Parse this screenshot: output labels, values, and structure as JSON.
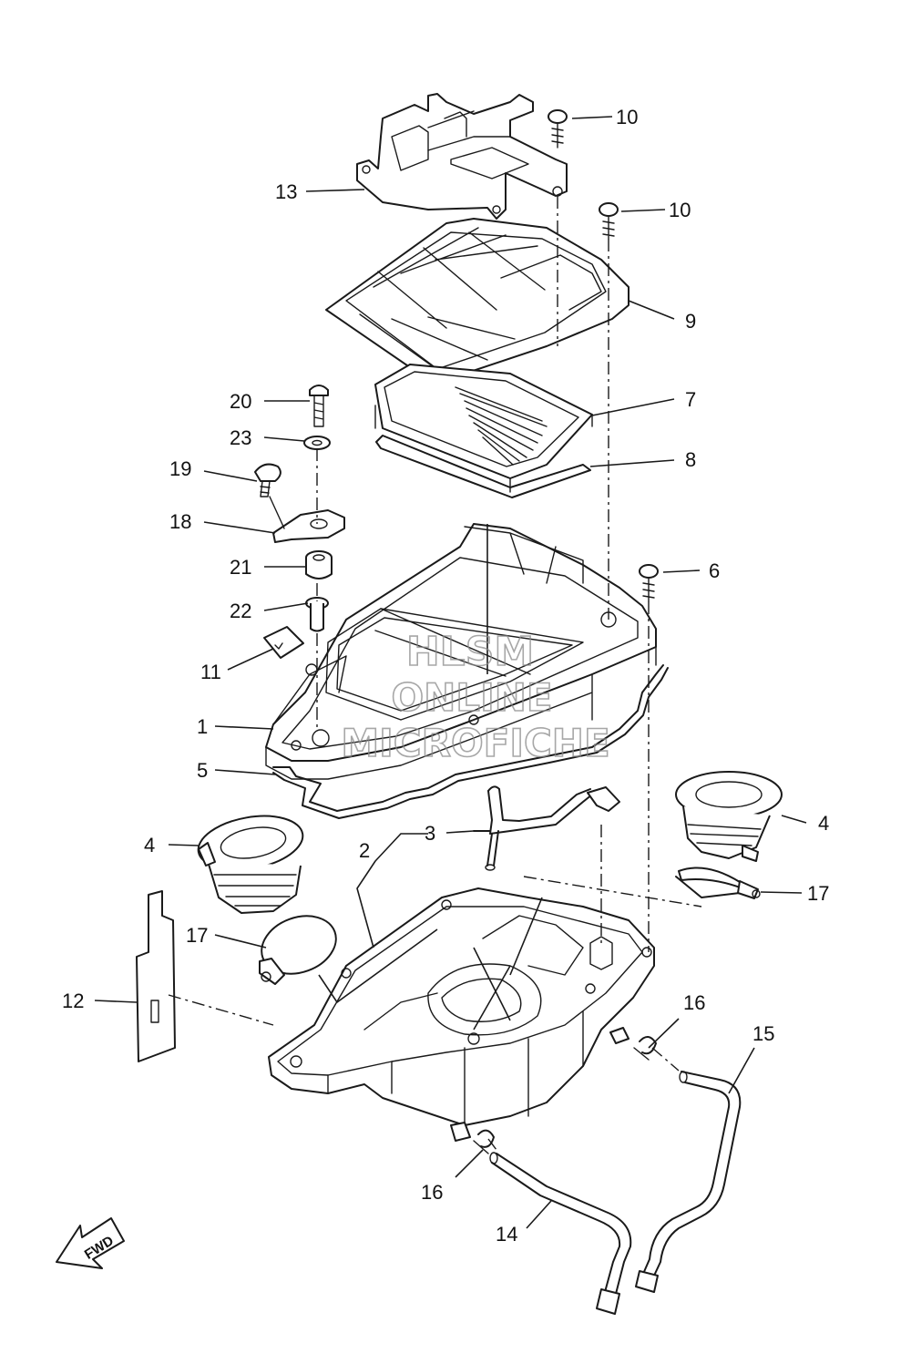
{
  "callouts": {
    "c1": "1",
    "c2": "2",
    "c3": "3",
    "c4a": "4",
    "c4b": "4",
    "c5": "5",
    "c6": "6",
    "c7": "7",
    "c8": "8",
    "c9": "9",
    "c10a": "10",
    "c10b": "10",
    "c11": "11",
    "c12": "12",
    "c13": "13",
    "c14": "14",
    "c15": "15",
    "c16a": "16",
    "c16b": "16",
    "c17a": "17",
    "c17b": "17",
    "c18": "18",
    "c19": "19",
    "c20": "20",
    "c21": "21",
    "c22": "22",
    "c23": "23"
  },
  "watermark": {
    "line1": "HLSM",
    "line2": "ONLINE",
    "line3": "MICROFICHE"
  },
  "fwd_label": "FWD"
}
